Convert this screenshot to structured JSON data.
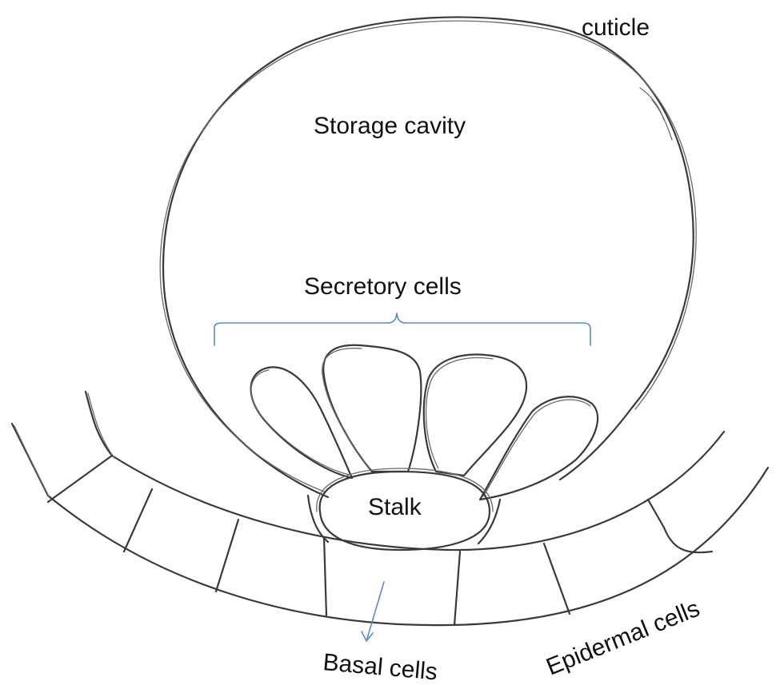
{
  "labels": {
    "cuticle": "cuticle",
    "storage_cavity": "Storage cavity",
    "secretory_cells": "Secretory cells",
    "stalk": "Stalk",
    "basal_cells": "Basal cells",
    "epidermal_cells": "Epidermal cells"
  },
  "colors": {
    "pencil": "#3a3a3a",
    "annotation_blue": "#5b8bc2"
  }
}
